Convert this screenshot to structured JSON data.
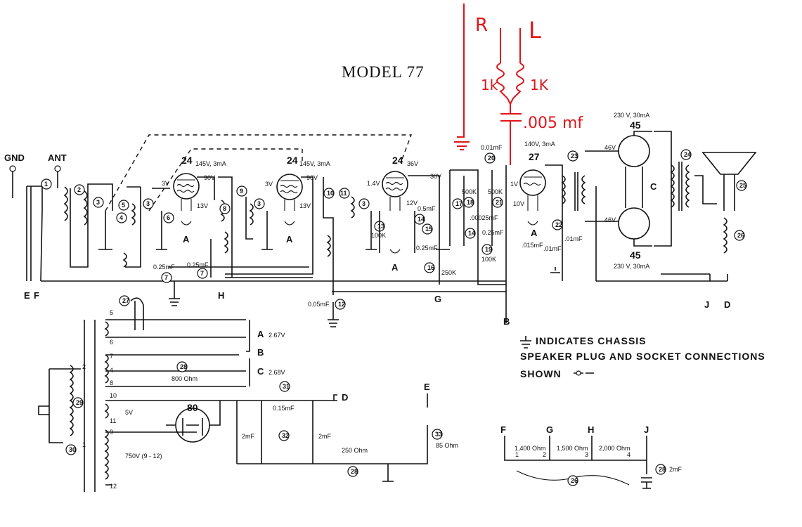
{
  "title": "MODEL 77",
  "terminals": {
    "gnd": "GND",
    "ant": "ANT",
    "e": "E",
    "f": "F",
    "g": "G",
    "h": "H",
    "b": "B",
    "j": "J",
    "d": "D",
    "c": "C",
    "a": "A"
  },
  "tubes": {
    "t1": {
      "type": "24",
      "rating": "145V, 3mA",
      "plate": "90V",
      "screen": "13V",
      "grid": "3V",
      "label": "A"
    },
    "t2": {
      "type": "24",
      "rating": "145V, 3mA",
      "plate": "90V",
      "screen": "13V",
      "grid": "3V",
      "label": "A"
    },
    "t3": {
      "type": "24",
      "rating": "36V",
      "plate": "30V",
      "grid": "1.4V",
      "cathode": "12V",
      "label": "A"
    },
    "t4": {
      "type": "27",
      "rating": "140V, 3mA",
      "grid": "1V",
      "cathode": "10V",
      "label": "A"
    },
    "t5": {
      "type": "45",
      "rating": "230 V, 30mA",
      "grid": "46V"
    },
    "t6": {
      "type": "45",
      "rating": "230 V, 30mA",
      "grid": "46V"
    },
    "rect": {
      "type": "80"
    }
  },
  "components": {
    "c_025_a": "0.25mF",
    "c_025_b": "0.25mF",
    "c_005": "0.05mF",
    "c_05": "0.5mF",
    "c_025_c": "0.25mF",
    "c_00025": ".00025mF",
    "c_025_d": "0.25mF",
    "c_001": "0.01mF",
    "c_015": ".015mF",
    "c_01a": ".01mF",
    "c_01b": ".01mF",
    "c_015b": "0.15mF",
    "c_2a": "2mF",
    "c_2b": "2mF",
    "c_2c": "2mF",
    "r_500a": "500K",
    "r_500b": "500K",
    "r_100a": "100K",
    "r_100b": "100K",
    "r_250": "250K",
    "r_800": "800 Ohm",
    "r_250ohm": "250 Ohm",
    "r_85": "85 Ohm",
    "r_1400": "1,400 Ohm",
    "r_1500": "1,500 Ohm",
    "r_2000": "2,000 Ohm"
  },
  "transformer": {
    "v_a": "2.67V",
    "v_c": "2.68V",
    "v_5": "5V",
    "v_750": "750V (9 - 12)",
    "pins": [
      "5",
      "6",
      "7",
      "4",
      "8",
      "10",
      "11",
      "9",
      "12",
      "2",
      "1"
    ]
  },
  "numbered": [
    "1",
    "2",
    "3",
    "4",
    "5",
    "3",
    "6",
    "7",
    "7",
    "8",
    "9",
    "3",
    "10",
    "11",
    "12",
    "13",
    "14",
    "15",
    "16",
    "17",
    "18",
    "14",
    "19",
    "20",
    "21",
    "22",
    "23",
    "24",
    "25",
    "26",
    "27",
    "28",
    "29",
    "30",
    "31",
    "32",
    "33",
    "28",
    "26",
    "28"
  ],
  "divider_taps": [
    "1",
    "2",
    "3",
    "4"
  ],
  "legend": {
    "chassis": "INDICATES CHASSIS",
    "speaker": "SPEAKER PLUG AND SOCKET CONNECTIONS",
    "shown": "SHOWN"
  },
  "handwritten": {
    "r": "R",
    "l": "L",
    "k1": "1k",
    "k2": "1K",
    "cap": ".005 mf"
  }
}
